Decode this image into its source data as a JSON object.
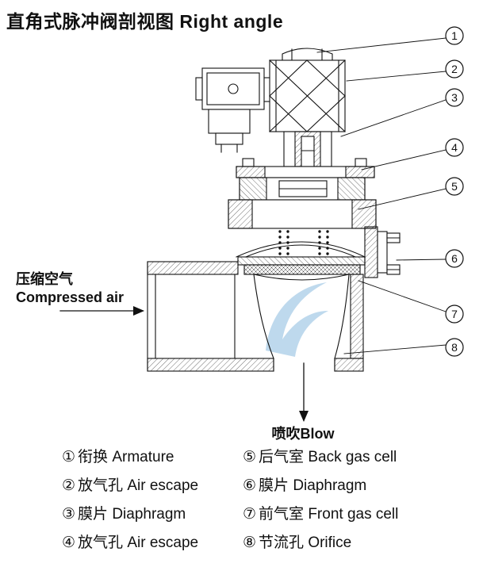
{
  "title": "直角式脉冲阀剖视图 Right angle",
  "colors": {
    "line": "#111111",
    "watermark_blue": "#aecfe8"
  },
  "diagram": {
    "compressed_air_cn": "压缩空气",
    "compressed_air_en": "Compressed air",
    "blow_label": "喷吹Blow",
    "callouts": [
      {
        "num": "1"
      },
      {
        "num": "2"
      },
      {
        "num": "3"
      },
      {
        "num": "4"
      },
      {
        "num": "5"
      },
      {
        "num": "6"
      },
      {
        "num": "7"
      },
      {
        "num": "8"
      }
    ]
  },
  "legend": {
    "left": [
      {
        "num": "①",
        "label": "衔换 Armature"
      },
      {
        "num": "②",
        "label": "放气孔 Air escape"
      },
      {
        "num": "③",
        "label": "膜片 Diaphragm"
      },
      {
        "num": "④",
        "label": "放气孔 Air escape"
      }
    ],
    "right": [
      {
        "num": "⑤",
        "label": "后气室 Back gas cell"
      },
      {
        "num": "⑥",
        "label": "膜片 Diaphragm"
      },
      {
        "num": "⑦",
        "label": "前气室 Front gas cell"
      },
      {
        "num": "⑧",
        "label": "节流孔 Orifice"
      }
    ]
  }
}
